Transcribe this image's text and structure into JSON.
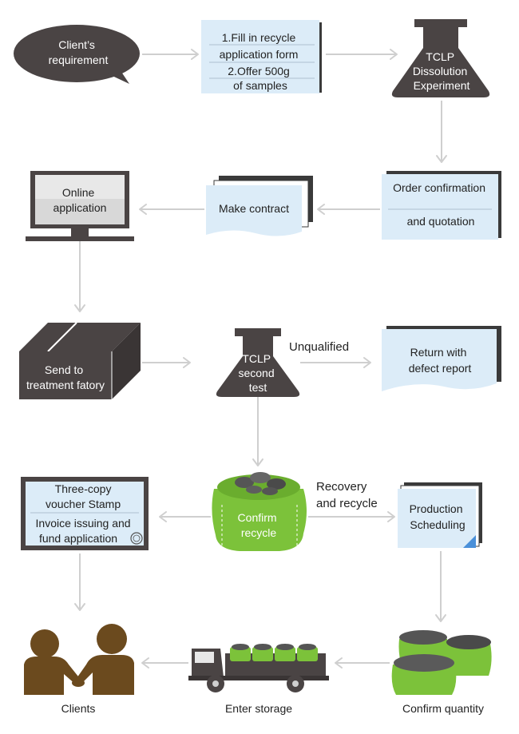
{
  "colors": {
    "dark": "#4a4444",
    "paper": "#dcecf8",
    "green": "#7cc23a",
    "brown": "#6b4a1e",
    "arrow": "#cfcfcf"
  },
  "steps": {
    "client_requirement": [
      "Client’s",
      "requirement"
    ],
    "recycle_form": [
      "1.Fill in recycle",
      "application form",
      "2.Offer 500g",
      "of samples"
    ],
    "tclp_experiment": [
      "TCLP",
      "Dissolution",
      "Experiment"
    ],
    "order_confirmation": [
      "Order confirmation",
      "and quotation"
    ],
    "make_contract": "Make contract",
    "online_application": [
      "Online",
      "application"
    ],
    "send_to_factory": [
      "Send to",
      "treatment fatory"
    ],
    "tclp_second": [
      "TCLP",
      "second",
      "test"
    ],
    "unqualified": "Unqualified",
    "return_report": [
      "Return with",
      "defect report"
    ],
    "confirm_recycle": [
      "Confirm",
      "recycle"
    ],
    "recovery_recycle": [
      "Recovery",
      "and recycle"
    ],
    "production_scheduling": [
      "Production",
      "Scheduling"
    ],
    "voucher": [
      "Three-copy",
      "voucher Stamp",
      "Invoice issuing and",
      "fund application"
    ],
    "clients": "Clients",
    "enter_storage": "Enter storage",
    "confirm_quantity": "Confirm quantity"
  },
  "icons": {
    "bubble": "speech-bubble-icon",
    "document": "document-icon",
    "flask": "flask-icon",
    "monitor": "monitor-icon",
    "box": "box-icon",
    "sack": "sack-icon",
    "truck": "truck-icon",
    "handshake": "handshake-icon",
    "stamp": "stamp-icon"
  }
}
